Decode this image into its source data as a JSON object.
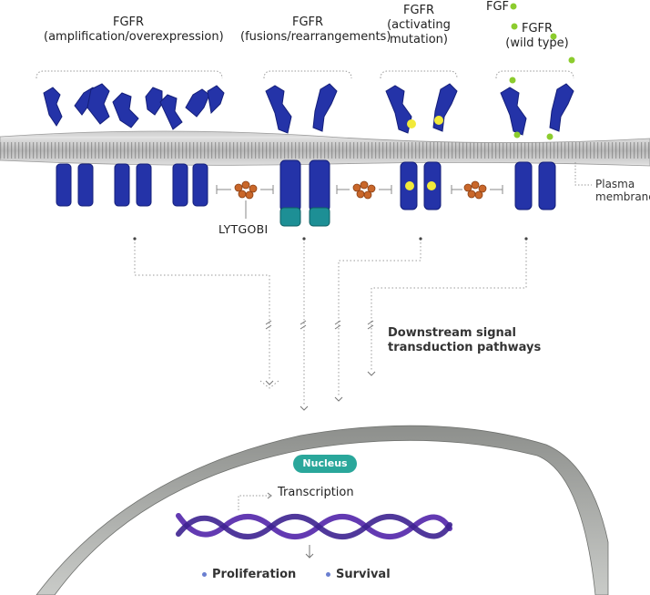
{
  "groups": [
    {
      "line1": "FGFR",
      "line2": "(amplification/overexpression)",
      "line3": ""
    },
    {
      "line1": "FGFR",
      "line2": "(fusions/rearrangements)",
      "line3": ""
    },
    {
      "line1": "FGFR",
      "line2": "(activating",
      "line3": "mutation)"
    },
    {
      "line1": "FGFR",
      "line2": "(wild type)",
      "line3": ""
    }
  ],
  "ligand_label": "FGF",
  "membrane_label": {
    "line1": "Plasma",
    "line2": "membrane"
  },
  "drug_label": "LYTGOBI",
  "pathway_label": {
    "line1": "Downstream signal",
    "line2": "transduction pathways"
  },
  "nucleus_label": "Nucleus",
  "transcription_label": "Transcription",
  "outcomes": [
    "Proliferation",
    "Survival"
  ],
  "colors": {
    "receptor": "#2433a8",
    "receptor_dark": "#141f7a",
    "fusion_partner": "#1d8f95",
    "mutation_site": "#f2ea3a",
    "ligand": "#8ccc2e",
    "drug": "#c9672a",
    "membrane": "#cfcfcf",
    "nucleus_badge": "#2aa79b",
    "dna": "#5b2fae"
  }
}
